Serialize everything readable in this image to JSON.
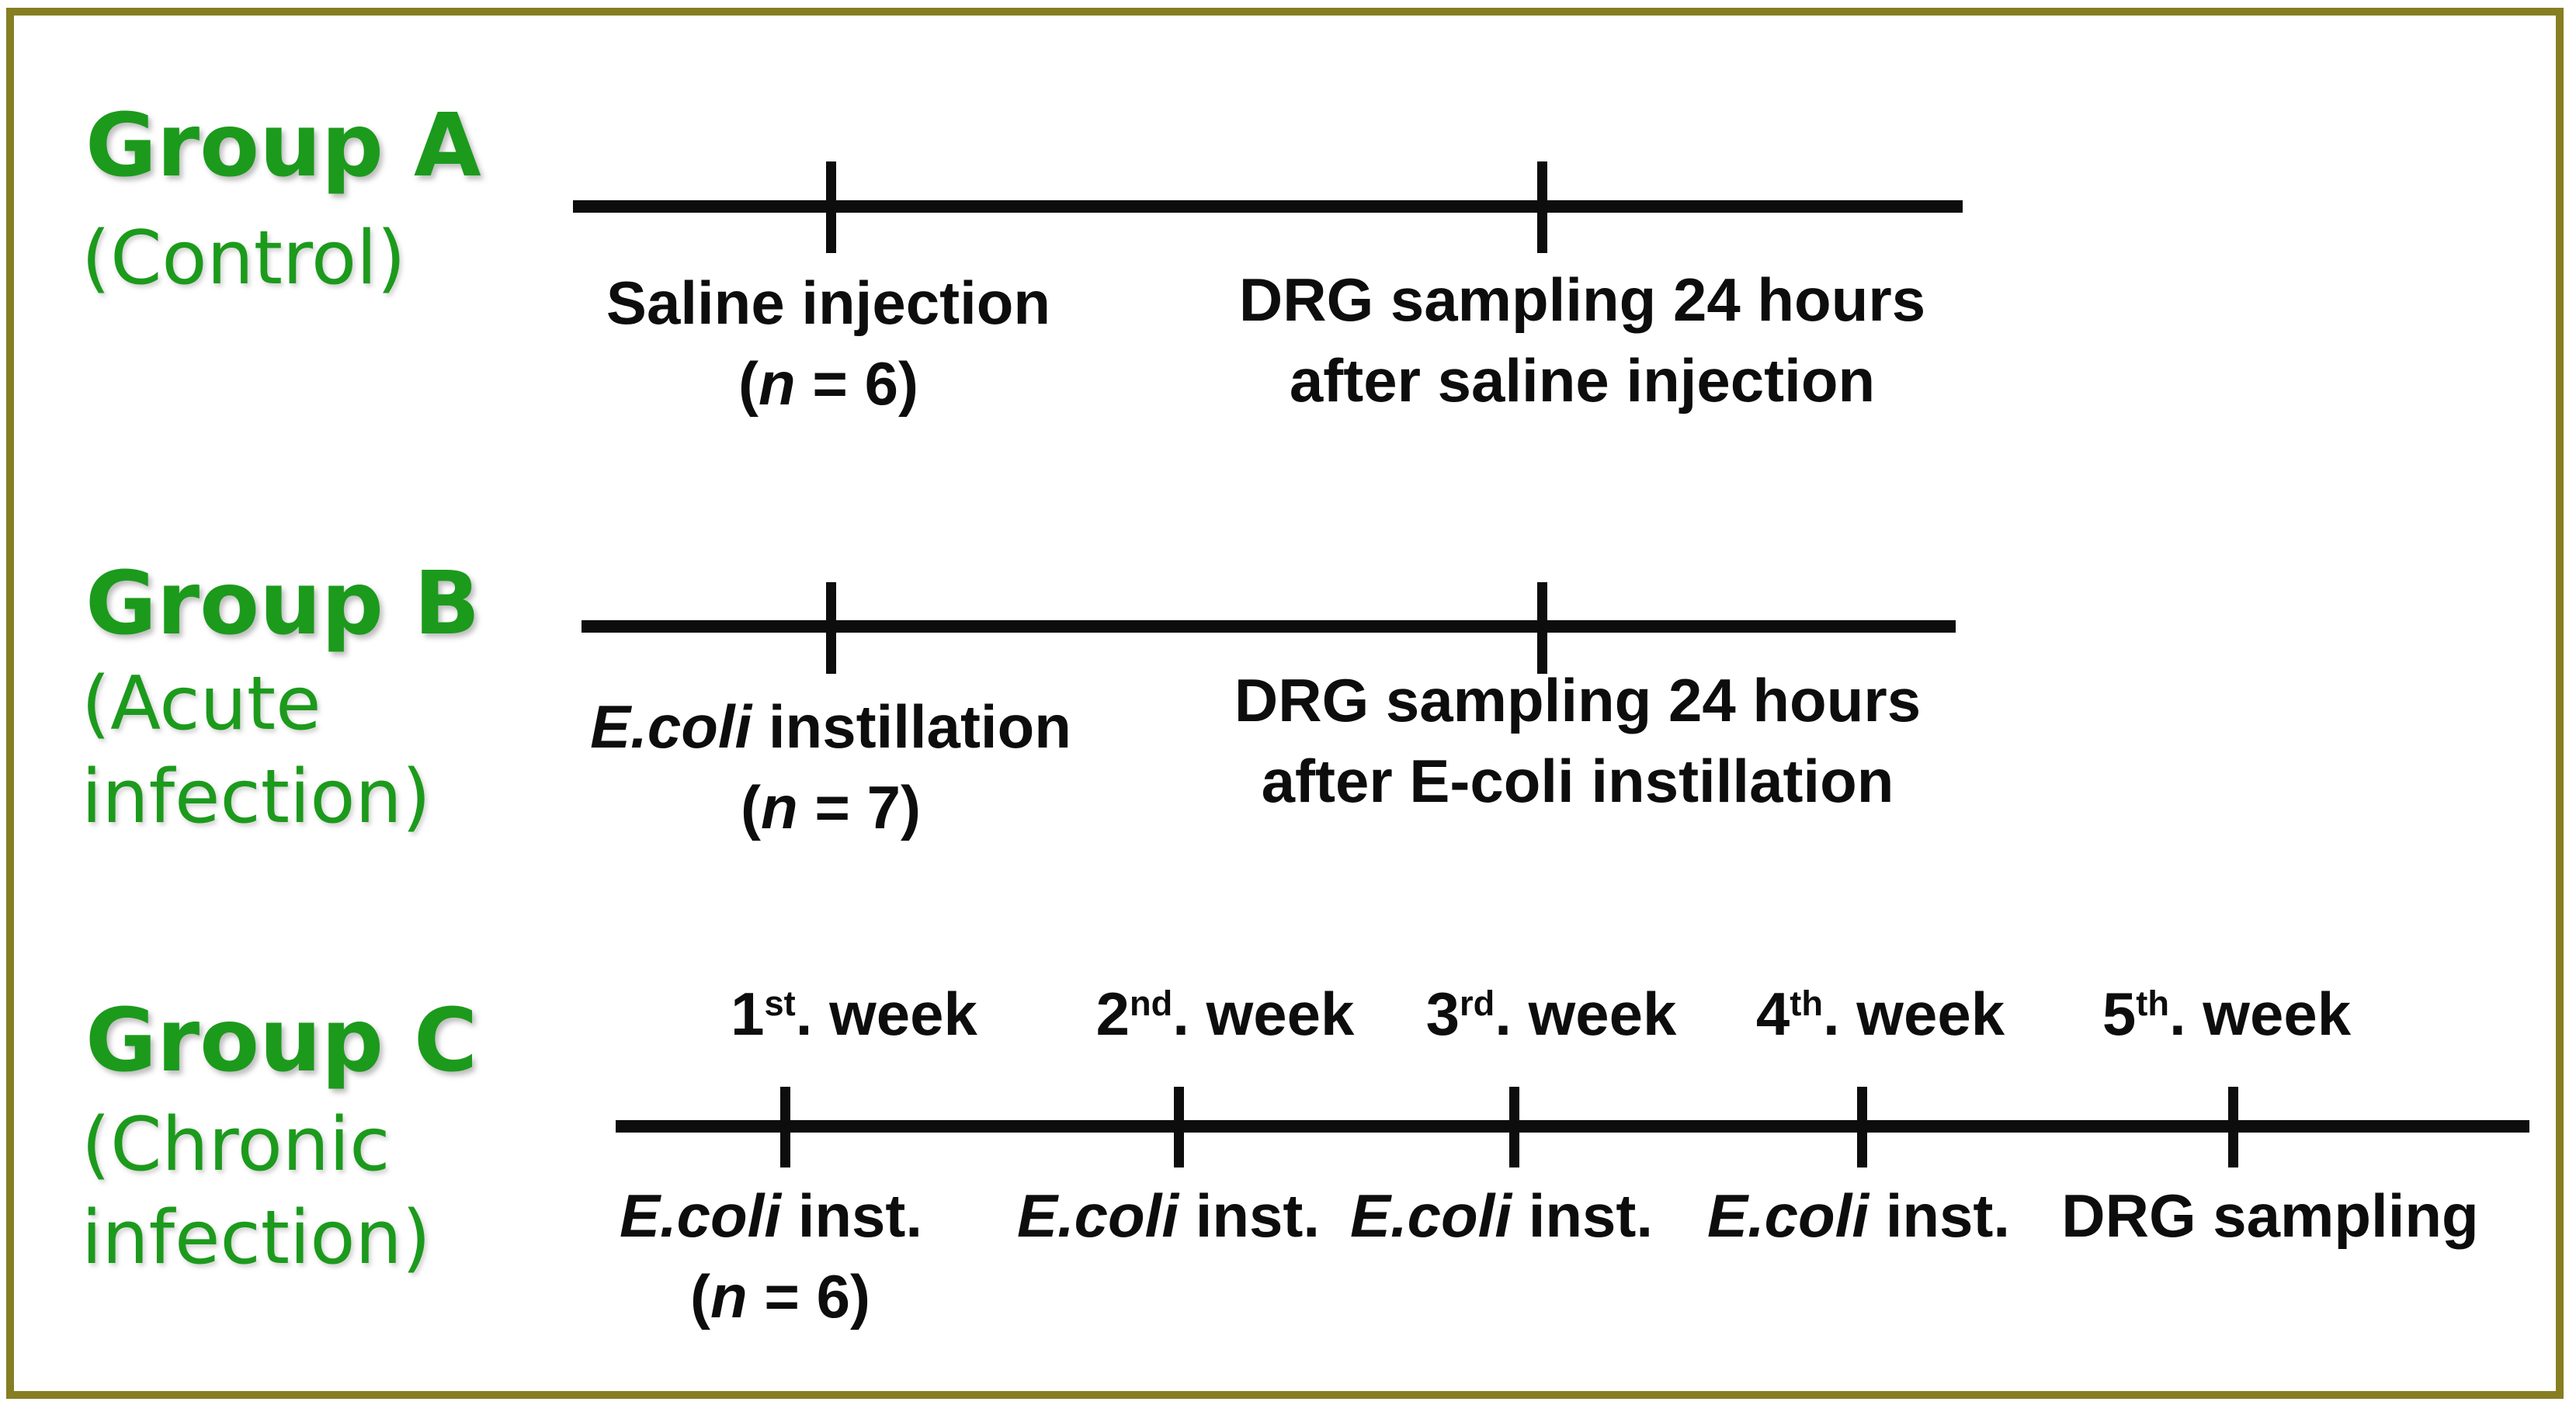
{
  "figure": {
    "border_color": "#867e22",
    "background_color": "#ffffff",
    "accent_green": "#1c9a1c",
    "ink_black": "#0d0d0d"
  },
  "group_a": {
    "title": "Group A",
    "subtitle": "(Control)",
    "event1_line1": "Saline injection",
    "event1_n": {
      "open": "(",
      "var": "n",
      "rest": " = 6)"
    },
    "event2_line1": "DRG sampling 24 hours",
    "event2_line2": "after saline injection"
  },
  "group_b": {
    "title": "Group B",
    "subtitle_line1": "(Acute",
    "subtitle_line2": "infection)",
    "event1_species": "E.coli",
    "event1_rest": " instillation",
    "event1_n": {
      "open": "(",
      "var": "n",
      "rest": " = 7)"
    },
    "event2_line1": "DRG sampling 24 hours",
    "event2_line2": "after E-coli instillation"
  },
  "group_c": {
    "title": "Group C",
    "subtitle_line1": "(Chronic",
    "subtitle_line2": "infection)",
    "weeks": [
      {
        "num": "1",
        "sup": "st",
        "rest": ". week"
      },
      {
        "num": "2",
        "sup": "nd",
        "rest": ". week"
      },
      {
        "num": "3",
        "sup": "rd",
        "rest": ". week"
      },
      {
        "num": "4",
        "sup": "th",
        "rest": ". week"
      },
      {
        "num": "5",
        "sup": "th",
        "rest": ". week"
      }
    ],
    "events": [
      {
        "species": "E.coli",
        "rest": " inst."
      },
      {
        "species": "E.coli",
        "rest": " inst."
      },
      {
        "species": "E.coli",
        "rest": " inst."
      },
      {
        "species": "E.coli",
        "rest": " inst."
      },
      {
        "species": "",
        "rest": "DRG sampling"
      }
    ],
    "n_label": {
      "open": "(",
      "var": "n",
      "rest": " = 6)"
    }
  }
}
